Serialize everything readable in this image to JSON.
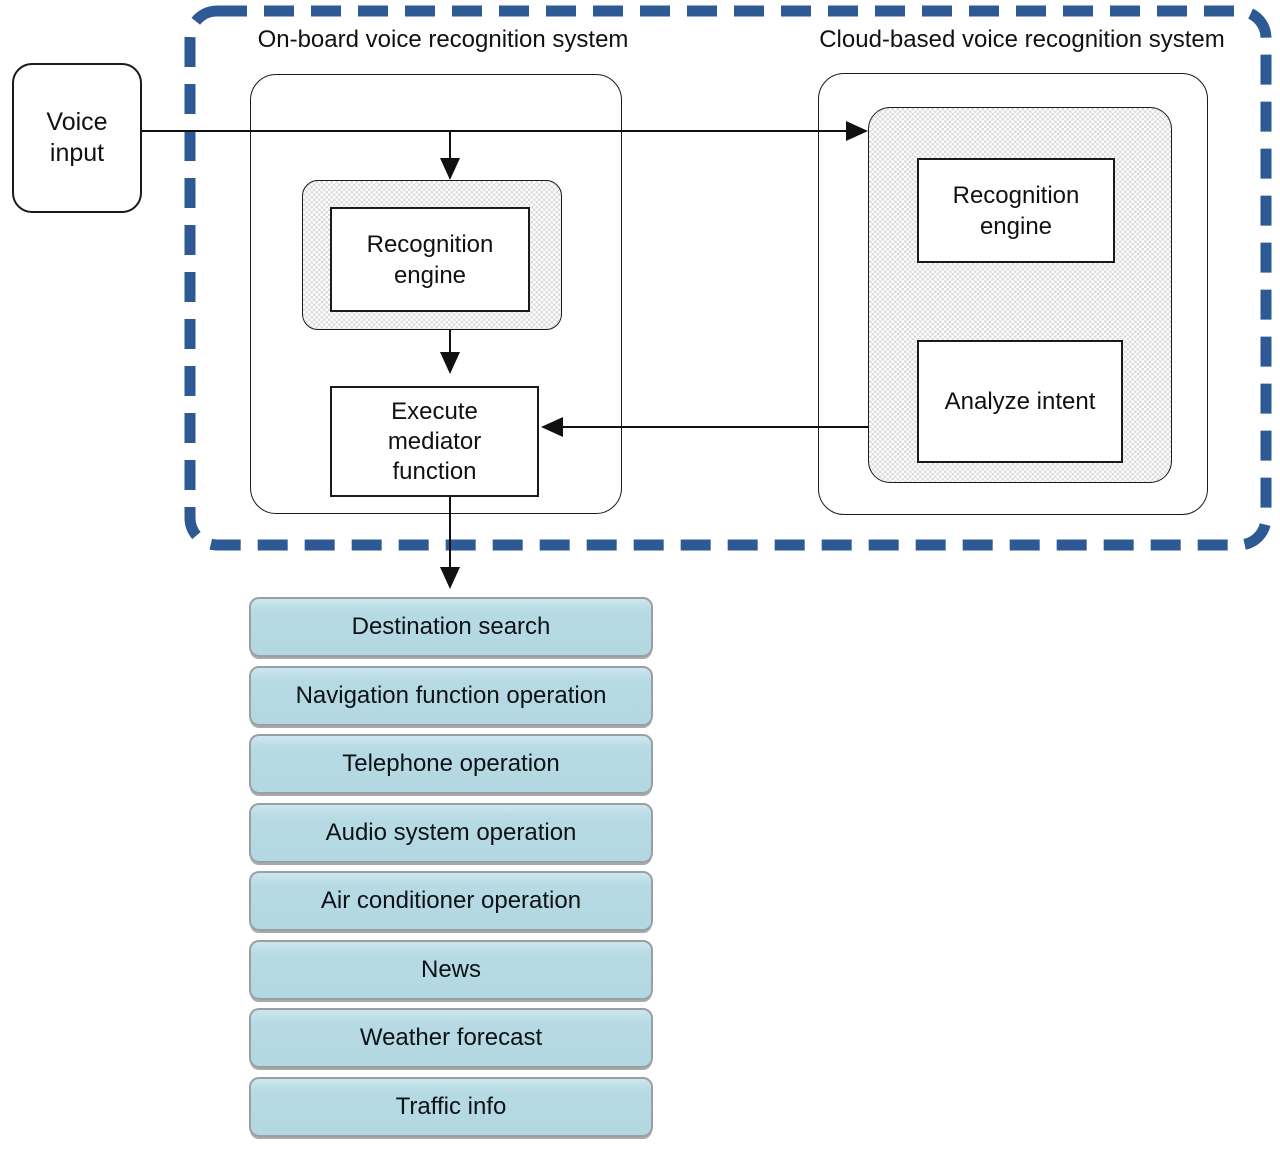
{
  "diagram": {
    "voice_input_label": "Voice input",
    "onboard": {
      "title": "On-board voice recognition system",
      "recognition_engine_label": "Recognition engine",
      "execute_mediator_label": "Execute mediator function"
    },
    "cloud": {
      "title": "Cloud-based voice recognition system",
      "recognition_engine_label": "Recognition engine",
      "analyze_intent_label": "Analyze intent"
    },
    "functions": [
      "Destination search",
      "Navigation function operation",
      "Telephone operation",
      "Audio system operation",
      "Air conditioner operation",
      "News",
      "Weather forecast",
      "Traffic info"
    ],
    "colors": {
      "boundary_dash_blue": "#2D5A94",
      "function_box_fill": "#B7DAE4",
      "function_box_border": "#9AA0A2",
      "hatch_dot_gray": "#DCDCDC",
      "line_black": "#111111"
    }
  }
}
